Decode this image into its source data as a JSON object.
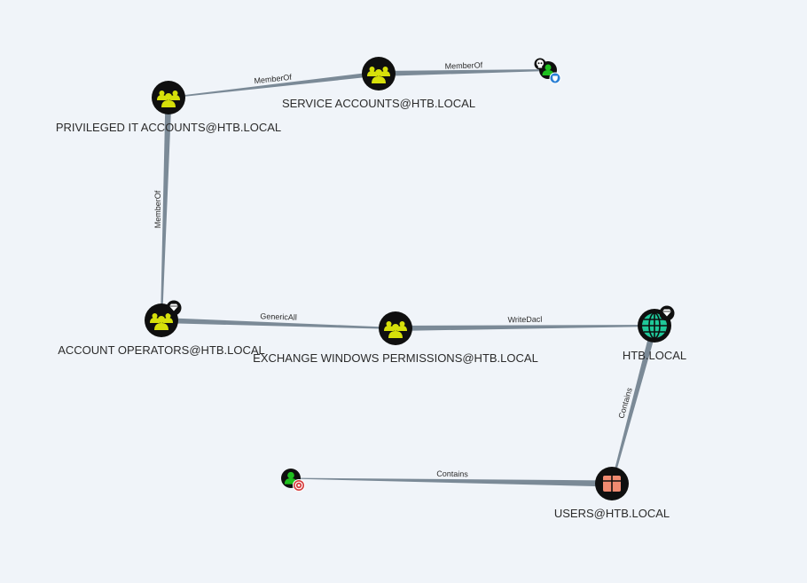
{
  "colors": {
    "background": "#f0f4f9",
    "edge": "#7b8a97",
    "node_circle": "#0f0f0f",
    "group_icon": "#d6e00a",
    "domain_icon": "#1fc89a",
    "ou_icon": "#f08a70",
    "user_icon": "#1fc01f",
    "owned_badge": "#d53a3a",
    "hv_badge": "#2a7fd4"
  },
  "nodes": [
    {
      "id": "privileged-it",
      "label": "PRIVILEGED IT ACCOUNTS@HTB.LOCAL",
      "kind": "group",
      "icon": "group-icon"
    },
    {
      "id": "service-accounts",
      "label": "SERVICE ACCOUNTS@HTB.LOCAL",
      "kind": "group",
      "icon": "group-icon"
    },
    {
      "id": "svc-user",
      "label": "",
      "kind": "user",
      "icon": "user-icon",
      "badges": [
        "skull-icon",
        "shield-icon"
      ]
    },
    {
      "id": "account-operators",
      "label": "ACCOUNT OPERATORS@HTB.LOCAL",
      "kind": "group",
      "icon": "group-icon",
      "badges": [
        "diamond-icon"
      ]
    },
    {
      "id": "exchange-windows",
      "label": "EXCHANGE WINDOWS PERMISSIONS@HTB.LOCAL",
      "kind": "group",
      "icon": "group-icon"
    },
    {
      "id": "htb-local",
      "label": "HTB.LOCAL",
      "kind": "domain",
      "icon": "globe-icon",
      "badges": [
        "diamond-icon"
      ]
    },
    {
      "id": "users-container",
      "label": "USERS@HTB.LOCAL",
      "kind": "container",
      "icon": "box-icon"
    },
    {
      "id": "owned-user",
      "label": "",
      "kind": "user",
      "icon": "user-icon",
      "badges": [
        "target-icon"
      ]
    }
  ],
  "edges": [
    {
      "from": "privileged-it",
      "to": "service-accounts",
      "label": "MemberOf"
    },
    {
      "from": "service-accounts",
      "to": "svc-user",
      "label": "MemberOf"
    },
    {
      "from": "account-operators",
      "to": "privileged-it",
      "label": "MemberOf"
    },
    {
      "from": "account-operators",
      "to": "exchange-windows",
      "label": "GenericAll"
    },
    {
      "from": "exchange-windows",
      "to": "htb-local",
      "label": "WriteDacl"
    },
    {
      "from": "users-container",
      "to": "htb-local",
      "label": "Contains"
    },
    {
      "from": "owned-user",
      "to": "users-container",
      "label": "Contains"
    }
  ]
}
